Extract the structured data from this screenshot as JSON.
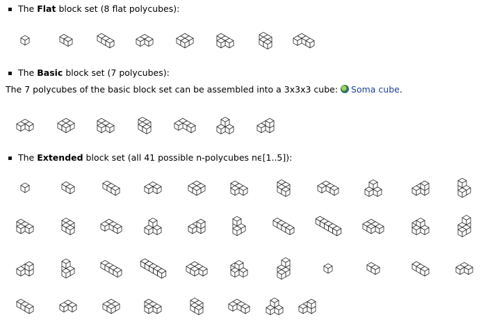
{
  "sections": {
    "flat": {
      "pre": "The ",
      "bold": "Flat",
      "post": " block set (8 flat polycubes):"
    },
    "basic": {
      "pre": "The ",
      "bold": "Basic",
      "post": " block set (7 polycubes):"
    },
    "basic_para": {
      "text": "The 7 polycubes of the basic block set can be assembled into a 3x3x3 cube: ",
      "link": "Soma cube",
      "after": "."
    },
    "extended": {
      "pre": "The ",
      "bold": "Extended",
      "post": " block set (all 41 possible n-polycubes nϵ[1..5]):"
    }
  },
  "icons": {
    "link_icon": "globe-icon",
    "piece_icon": "polycube-icon"
  },
  "counts": {
    "flat": 8,
    "basic": 7,
    "extended": 41
  }
}
